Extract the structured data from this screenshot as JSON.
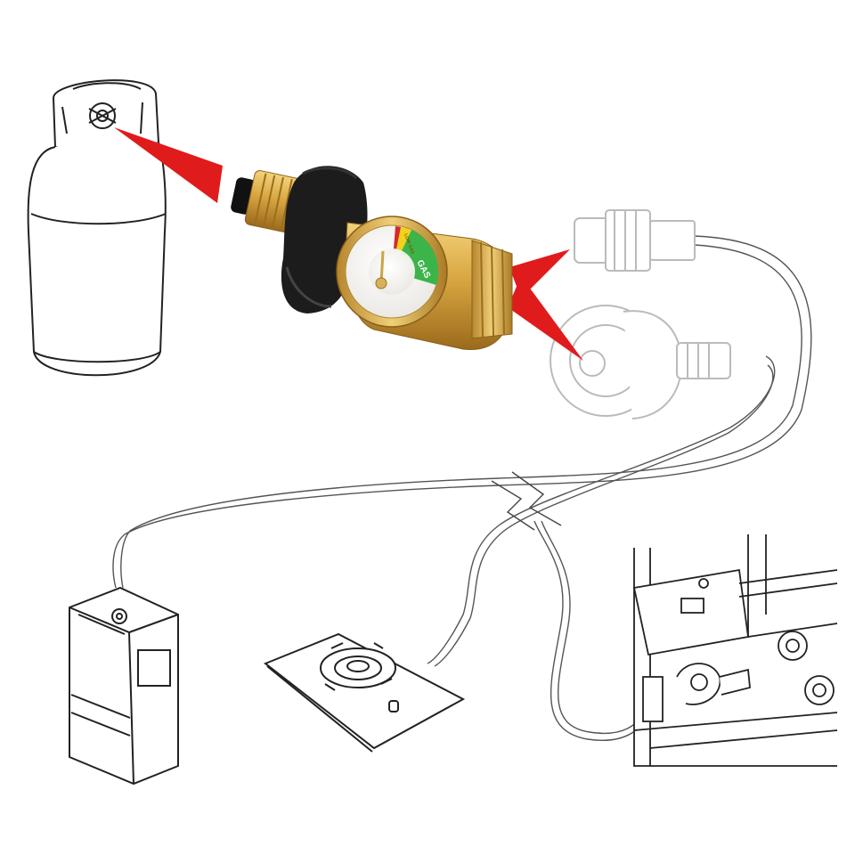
{
  "gauge": {
    "gas_label": "GAS",
    "low_label": "LOW GAS",
    "colors": {
      "gas_zone": "#3bb44a",
      "low_zone": "#f2d21b",
      "empty_zone": "#d42a2a",
      "brass": "#d8a640",
      "brass_dark": "#a87622",
      "knob": "#1c1c1c"
    }
  },
  "pointers": {
    "color": "#e01b1b"
  },
  "scene_items": [
    "propane-tank",
    "pressure-gauge-adapter",
    "qcc1-fitting",
    "hose",
    "water-heater",
    "stove-burner",
    "bbq-grill"
  ]
}
